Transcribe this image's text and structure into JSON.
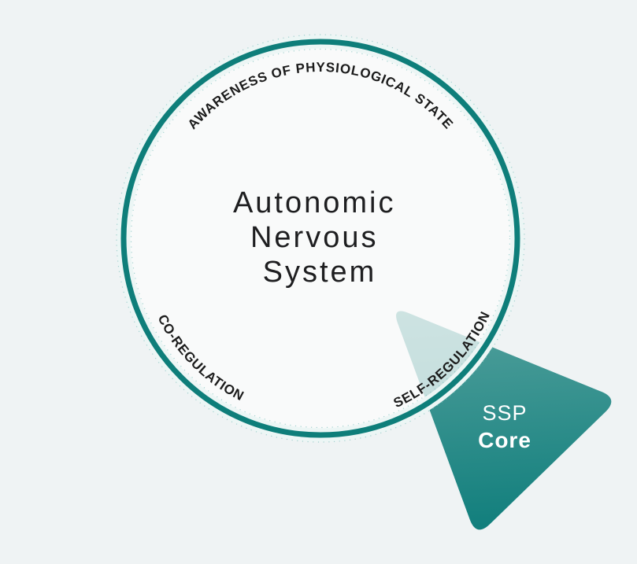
{
  "diagram": {
    "center_label": {
      "line1": "Autonomic",
      "line2": "Nervous",
      "line3": "System"
    },
    "arc_labels": {
      "top": "AWARENESS OF PHYSIOLOGICAL STATE",
      "bottom_left": "CO-REGULATION",
      "bottom_right": "SELF-REGULATION"
    },
    "triangle_label": {
      "line1": "SSP",
      "line2": "Core"
    }
  },
  "colors": {
    "background": "#eff3f4",
    "circle_border": "#0e7e7a",
    "circle_fill": "#f8f8f8",
    "triangle_gradient_top": "#54a19d",
    "triangle_gradient_bottom": "#0e7d7b",
    "arc_label_text": "#1b1b1b",
    "center_label_text": "#1e1e20",
    "triangle_label_text": "#ffffff"
  }
}
